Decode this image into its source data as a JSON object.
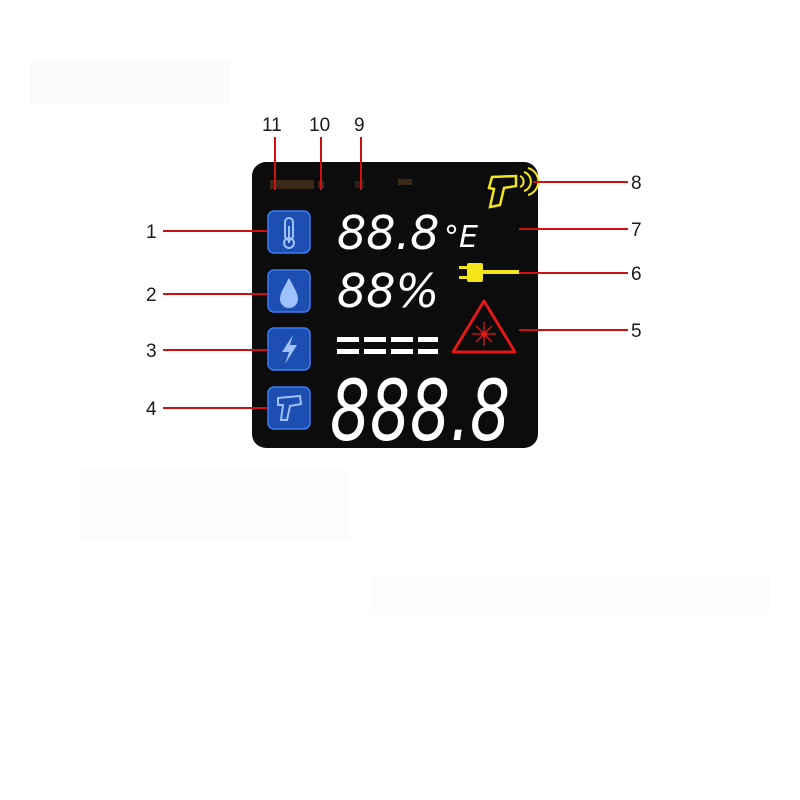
{
  "diagram": {
    "callouts": [
      "1",
      "2",
      "3",
      "4",
      "5",
      "6",
      "7",
      "8",
      "9",
      "10",
      "11"
    ],
    "colors": {
      "leader": "#d01010",
      "panel": "#0c0c0c",
      "icon_blue": "#2a62d6",
      "yellow": "#f5e41a",
      "laser_red": "#e01818",
      "segment": "#ffffff"
    },
    "display": {
      "temp_reading": "88.8",
      "temp_unit": "°E",
      "humidity_reading": "88%",
      "bar_segments": "====",
      "main_reading": "888.8"
    },
    "icons": {
      "row1": "thermometer-icon",
      "row2": "water-drop-icon",
      "row3": "lightning-icon",
      "row4": "ir-gun-icon",
      "top_right": "ir-gun-signal-icon",
      "plug": "thermocouple-plug-icon",
      "warning": "laser-warning-icon"
    }
  }
}
